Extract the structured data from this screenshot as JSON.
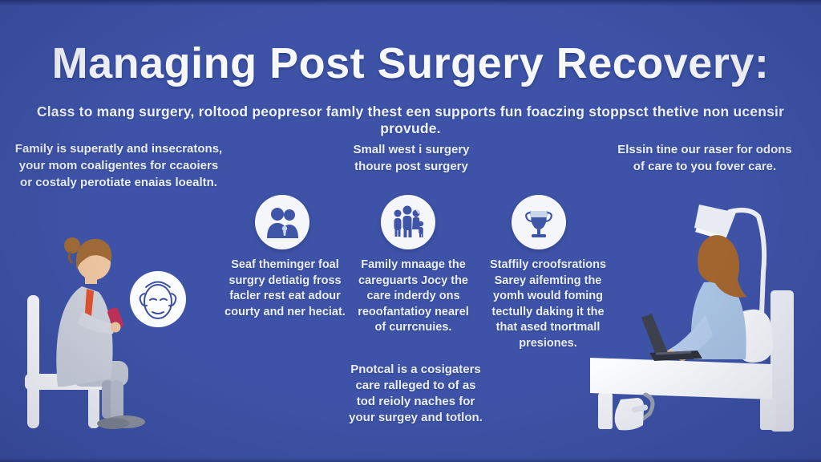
{
  "colors": {
    "background": "#3e53a7",
    "text": "#f2f5fb",
    "icon_circle": "#f4f6fa",
    "icon_glyph": "#3f55a8",
    "icon_glyph_light": "#c9d6ea",
    "tie_orange": "#e2512e",
    "phone_red": "#bd3156",
    "skin": "#ecc49f",
    "hair_brown": "#a06a38",
    "suit_gray": "#ccd1db",
    "shirt_blue": "#a9c3e3",
    "laptop_dark": "#3c414d",
    "furniture_white": "#fafbfd",
    "face_sketch_stroke": "#3b4fa0"
  },
  "header": {
    "title": "Managing Post Surgery Recovery:",
    "subtitle": "Class to mang surgery, roltood peopresor famly thest een supports fun foaczing stoppsct thetive non ucensir provude."
  },
  "top_notes": {
    "left": "Family is superatly and insecratons,\nyour mom coaligentes for ccaoiers\nor costaly perotiate enaias loealtn.",
    "center": "Small west i surgery\nthoure post surgery",
    "right": "Elssin tine our raser for odons\nof care to you fover care."
  },
  "columns": [
    {
      "icon": "caregiver-couple-icon",
      "text": "Seaf theminger foal\nsurgry detiatig fross\nfacler rest eat adour\ncourty and ner heciat."
    },
    {
      "icon": "family-group-icon",
      "text": "Family mnaage the\ncareguarts Jocy the\ncare inderdy ons\nreoofantatioy nearel\nof currcnuies."
    },
    {
      "icon": "trophy-icon",
      "text": "Staffily croofsrations\nSarey aifemting the\nyomh would foming\ntectully daking it the\nthat ased tnortmall\npresiones."
    }
  ],
  "bottom_note": "Pnotcal is a cosigaters\ncare ralleged to of as\ntod reioly naches for\nyour surgey and totlon.",
  "illustrations": {
    "left": "woman-sitting-on-chair-using-phone",
    "left_badge": "face-sketch-badge",
    "right": "patient-in-bed-with-laptop-and-lamp"
  }
}
